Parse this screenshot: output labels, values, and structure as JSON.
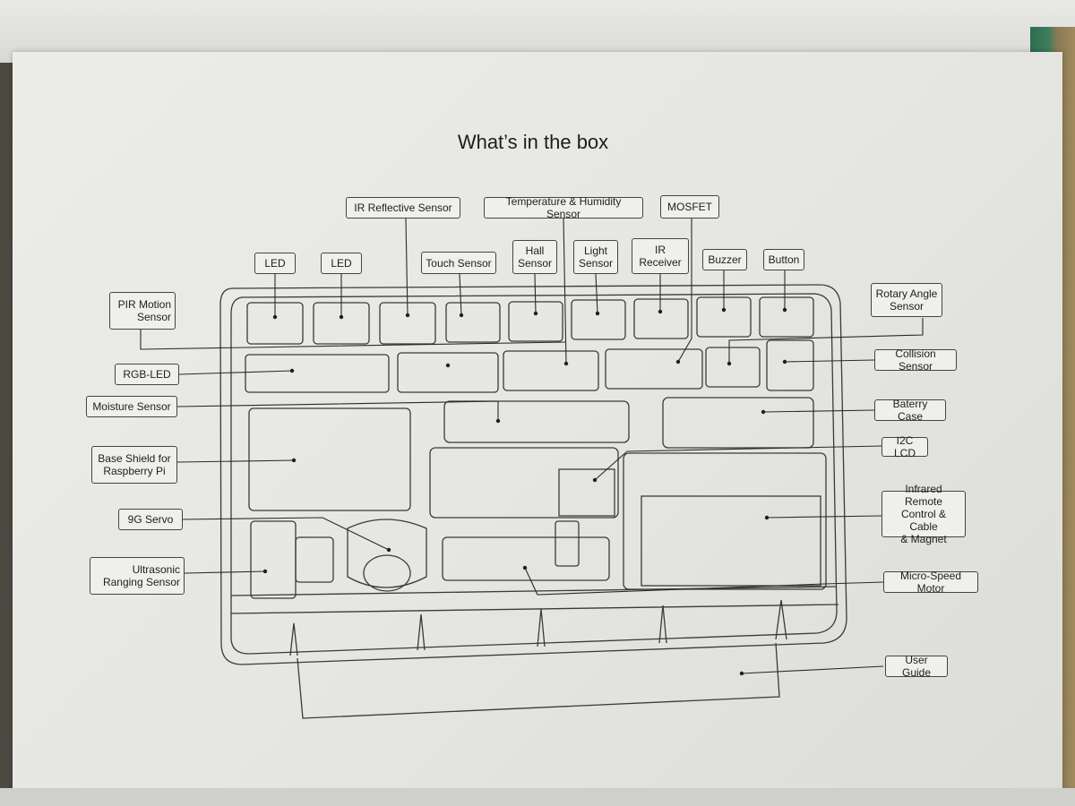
{
  "title": "What’s  in the box",
  "labels": {
    "led_1": "LED",
    "led_2": "LED",
    "ir_reflective": "IR Reflective Sensor",
    "touch": "Touch Sensor",
    "hall": "Hall\nSensor",
    "temp_humidity": "Temperature & Humidity Sensor",
    "light": "Light\nSensor",
    "ir_receiver": "IR\nReceiver",
    "mosfet": "MOSFET",
    "buzzer": "Buzzer",
    "button": "Button",
    "pir": "PIR Motion\nSensor",
    "rgb_led": "RGB-LED",
    "moisture": "Moisture Sensor",
    "base_shield": "Base Shield for\nRaspberry Pi",
    "servo": "9G Servo",
    "ultrasonic": "Ultrasonic\nRanging Sensor",
    "rotary": "Rotary Angle\nSensor",
    "collision": "Collision Sensor",
    "battery": "Baterry Case",
    "i2c_lcd": "I2C LCD",
    "infrared_remote": "Infrared Remote\nControl & Cable\n& Magnet",
    "micro_motor": "Micro-Speed Motor",
    "user_guide": "User Guide"
  },
  "colors": {
    "line": "#2a2a2a",
    "paper": "#e8e8e5",
    "green_edge": "#2f6e4f"
  }
}
